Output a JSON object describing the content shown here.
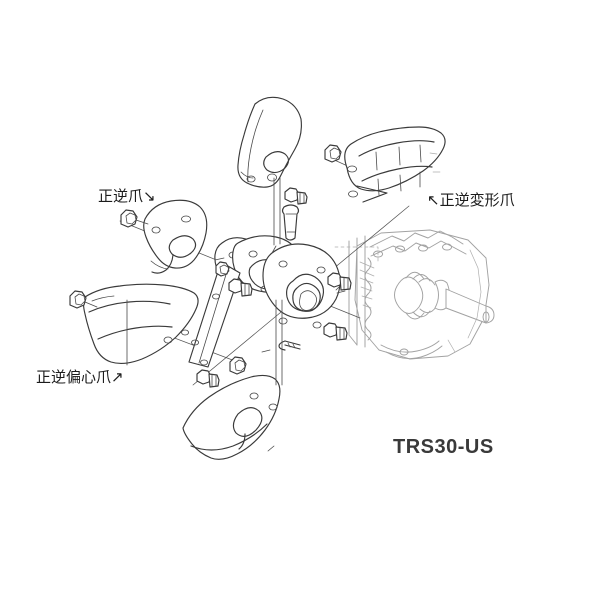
{
  "diagram": {
    "type": "exploded-parts-view",
    "subject": "rotary tiller blade assembly",
    "model_code": "TRS30-US",
    "background_color": "#ffffff",
    "line_color_primary": "#3a3a3a",
    "line_color_secondary": "#9a9a9a",
    "labels": [
      {
        "id": "seigyaku-tsume",
        "text": "正逆爪",
        "arrow": "↘",
        "arrow_position": "after",
        "points_to": "upper-left-blade"
      },
      {
        "id": "henkei-tsume",
        "text": "正逆変形爪",
        "arrow": "↖",
        "arrow_position": "before",
        "points_to": "upper-right-bent-blade"
      },
      {
        "id": "henshin-tsume",
        "text": "正逆偏心爪",
        "arrow": "↗",
        "arrow_position": "after",
        "points_to": "left-eccentric-blade"
      }
    ],
    "model_label": {
      "text": "TRS30-US"
    },
    "parts": [
      {
        "name": "upper-center-blade",
        "kind": "tiller-claw"
      },
      {
        "name": "upper-right-bent-blade",
        "kind": "deformed-tiller-claw"
      },
      {
        "name": "upper-left-blade",
        "kind": "tiller-claw"
      },
      {
        "name": "left-eccentric-blade",
        "kind": "eccentric-tiller-claw"
      },
      {
        "name": "lower-curved-blade",
        "kind": "tiller-claw"
      },
      {
        "name": "center-hub-flange",
        "kind": "mounting-flange"
      },
      {
        "name": "center-bearing-flange",
        "kind": "bearing-flange"
      },
      {
        "name": "gearbox-housing",
        "kind": "transmission-case"
      },
      {
        "name": "output-shaft",
        "kind": "shaft"
      },
      {
        "name": "connecting-rod",
        "kind": "rod"
      },
      {
        "name": "hex-bolt",
        "kind": "fastener",
        "count": 10
      }
    ]
  }
}
